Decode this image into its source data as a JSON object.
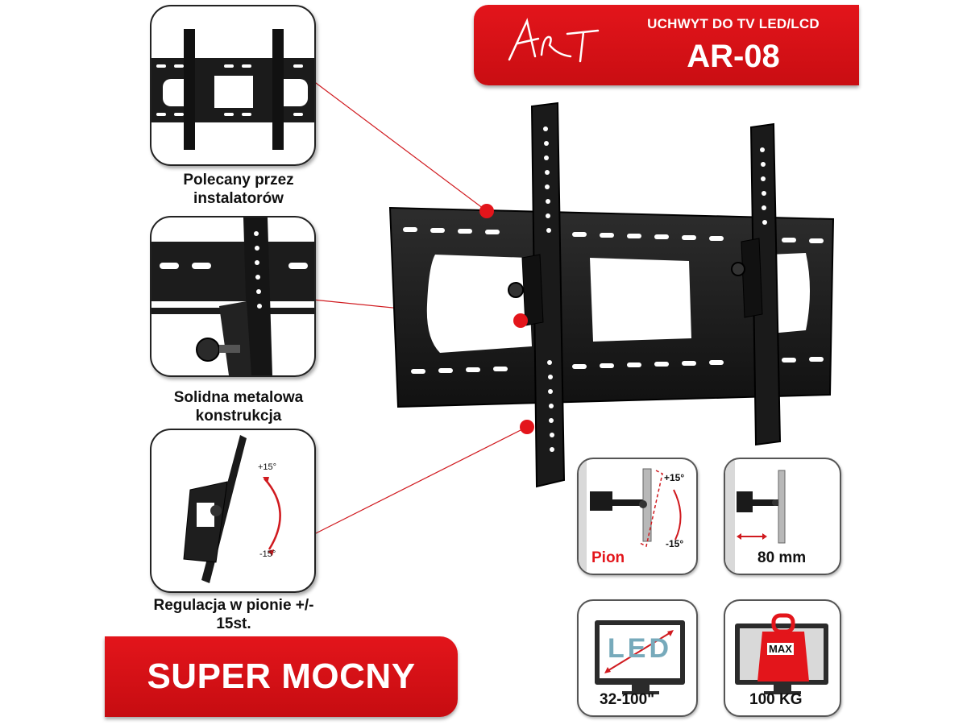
{
  "header": {
    "brand_logo": "ART",
    "subtitle": "UCHWYT DO TV LED/LCD",
    "model": "AR-08"
  },
  "features": [
    {
      "icon": "mount-detail-icon",
      "caption": "Polecany przez instalatorów"
    },
    {
      "icon": "metal-construction-icon",
      "caption": "Solidna metalowa konstrukcja"
    },
    {
      "icon": "tilt-adjust-icon",
      "caption": "Regulacja w pionie +/- 15st.",
      "tilt_plus": "+15°",
      "tilt_minus": "-15°"
    }
  ],
  "specs": {
    "tilt": {
      "label": "Pion",
      "plus": "+15°",
      "minus": "-15°"
    },
    "distance": {
      "label": "80 mm"
    },
    "screen": {
      "label": "32-100\"",
      "screen_text": "LED"
    },
    "load": {
      "label": "100 KG",
      "weight_text": "MAX"
    }
  },
  "badge": {
    "text": "SUPER MOCNY"
  },
  "colors": {
    "accent": "#e3151b",
    "metal": "#1c1c1c"
  }
}
